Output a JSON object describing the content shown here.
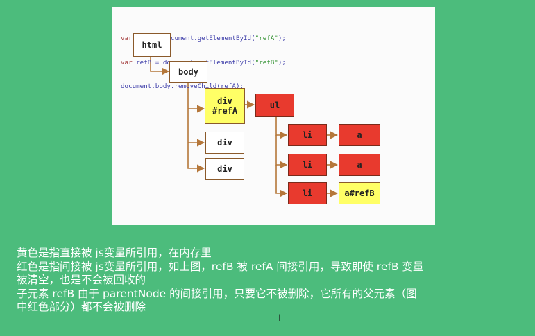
{
  "code": [
    {
      "kw": "var",
      "rest": " refA = document.getElementById(",
      "str": "\"refA\"",
      "end": ");"
    },
    {
      "kw": "var",
      "rest": " refB = document.getElementById(",
      "str": "\"refB\"",
      "end": ");"
    },
    {
      "kw": "",
      "rest": "document.body.removeChild(refA);",
      "str": "",
      "end": ""
    }
  ],
  "nodes": {
    "html": "html",
    "body": "body",
    "div_ref_a_line1": "div",
    "div_ref_a_line2": "#refA",
    "div2": "div",
    "div3": "div",
    "ul": "ul",
    "li1": "li",
    "li2": "li",
    "li3": "li",
    "a1": "a",
    "a2": "a",
    "a_ref_b": "a#refB"
  },
  "colors": {
    "page_bg": "#4cbc7c",
    "yellow_node": "#ffff66",
    "red_node": "#e83a2e",
    "edge": "#b5773a"
  },
  "caption": [
    "黄色是指直接被 js变量所引用，在内存里",
    "红色是指间接被 js变量所引用，如上图，refB 被 refA 间接引用，导致即使 refB 变量",
    "被清空，也是不会被回收的",
    "子元素 refB 由于 parentNode 的间接引用，只要它不被删除，它所有的父元素（图",
    "中红色部分）都不会被删除"
  ]
}
